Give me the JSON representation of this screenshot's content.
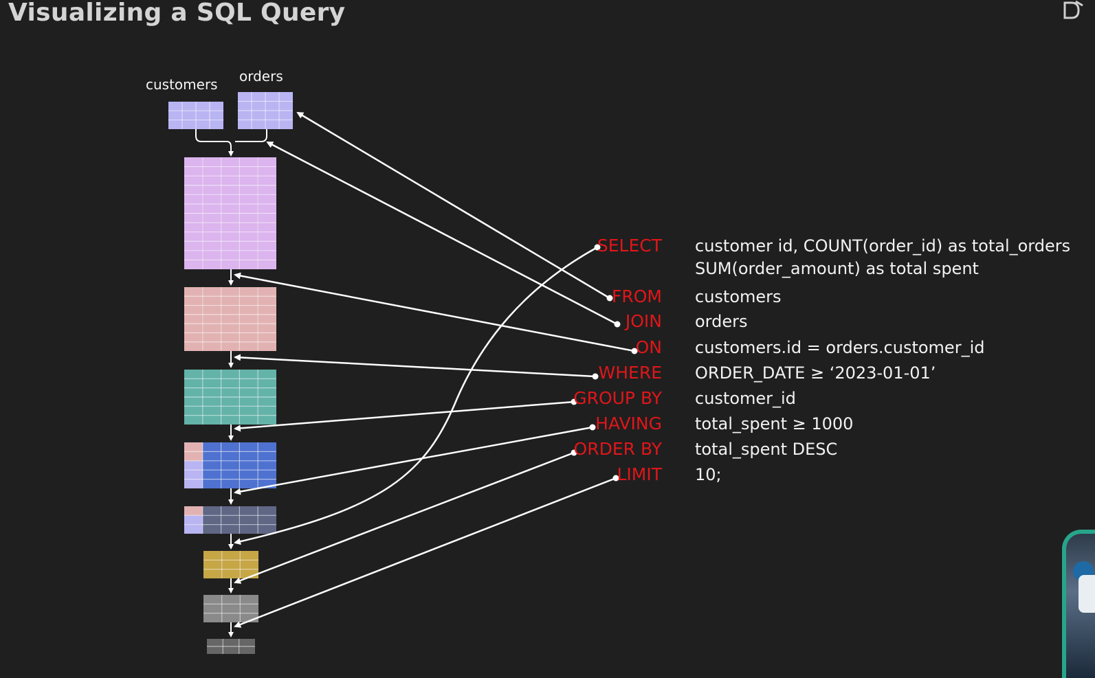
{
  "title": "Visualizing a SQL Query",
  "tables": {
    "customers_label": "customers",
    "orders_label": "orders"
  },
  "query": [
    {
      "keyword": "SELECT",
      "text": "customer id, COUNT(order_id) as total_orders",
      "text2": "SUM(order_amount) as total spent"
    },
    {
      "keyword": "FROM",
      "text": "customers"
    },
    {
      "keyword": "JOIN",
      "text": "orders"
    },
    {
      "keyword": "ON",
      "text": "customers.id = orders.customer_id"
    },
    {
      "keyword": "WHERE",
      "text": "ORDER_DATE  ≥  ‘2023-01-01’"
    },
    {
      "keyword": "GROUP BY",
      "text": "customer_id"
    },
    {
      "keyword": "HAVING",
      "text": "total_spent  ≥  1000"
    },
    {
      "keyword": "ORDER BY",
      "text": "total_spent DESC"
    },
    {
      "keyword": "LIMIT",
      "text": "10;"
    }
  ],
  "colors": {
    "background": "#1f1f1f",
    "keyword": "#e0161a",
    "customers_table": "#b9b4f2",
    "orders_table": "#b9b4f2",
    "joined_table": "#dcb4ee",
    "filtered_table": "#e2b2b2",
    "where_table": "#63b3a9",
    "grouped_table": "#4f72d0",
    "having_table": "#5f6785",
    "select_table": "#c7a646",
    "order_table": "#8a8a8a",
    "limit_table": "#666666",
    "camera_border": "#27a58a"
  }
}
